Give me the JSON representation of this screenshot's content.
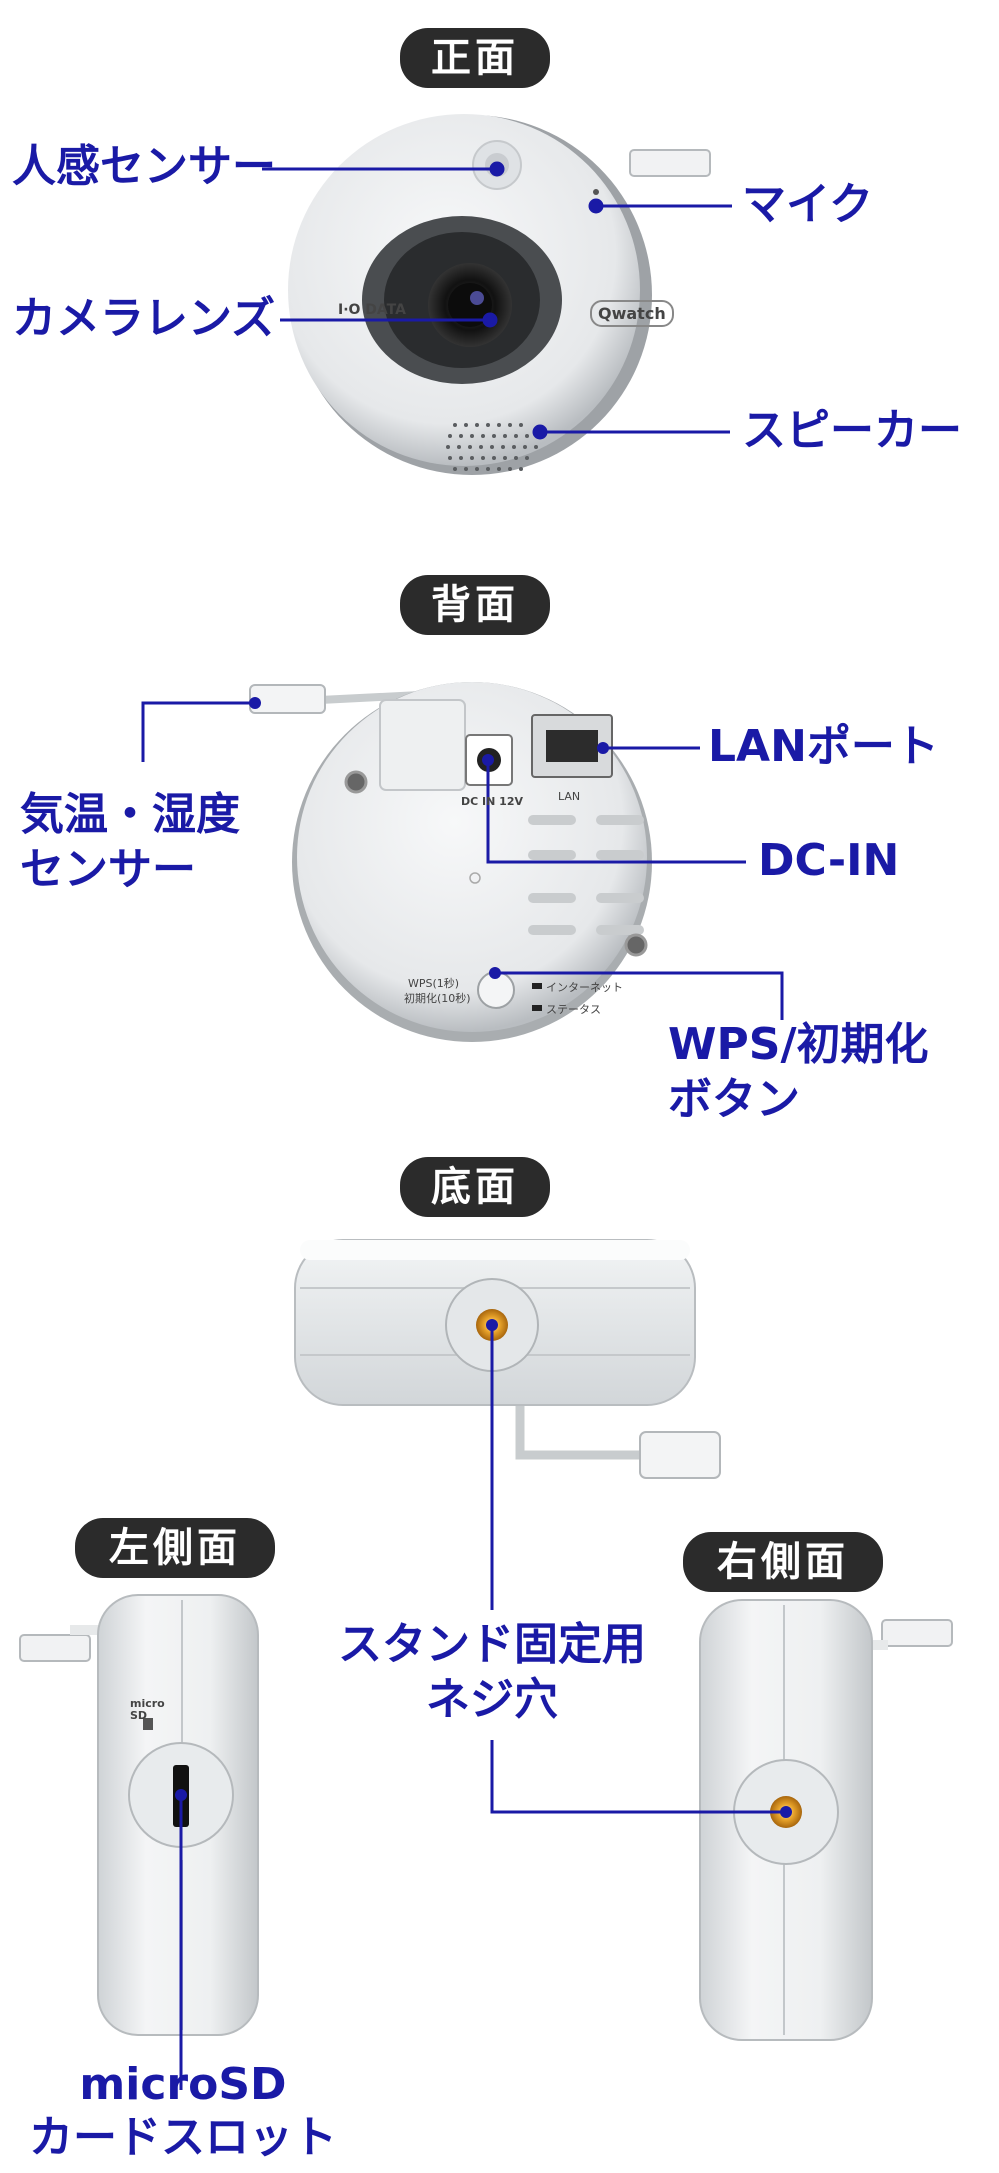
{
  "sections": {
    "front": "正面",
    "back": "背面",
    "bottom": "底面",
    "left": "左側面",
    "right": "右側面"
  },
  "labels": {
    "motion_sensor": "人感センサー",
    "mic": "マイク",
    "camera_lens": "カメラレンズ",
    "speaker": "スピーカー",
    "temp_humidity_line1": "気温・湿度",
    "temp_humidity_line2": "センサー",
    "lan_port": "LANポート",
    "dc_in": "DC-IN",
    "wps_line1": "WPS/初期化",
    "wps_line2": "ボタン",
    "stand_hole_line1": "スタンド固定用",
    "stand_hole_line2": "ネジ穴",
    "microsd_line1": "microSD",
    "microsd_line2": "カードスロット"
  },
  "device_markings": {
    "brand": "I·O DATA",
    "product": "Qwatch",
    "lan": "LAN",
    "dc": "DC IN 12V",
    "wps": "WPS(1秒)",
    "reset": "初期化(10秒)",
    "internet": "インターネット",
    "status": "ステータス",
    "microsd_logo": "micro SD"
  },
  "colors": {
    "callout": "#1a1aa6",
    "pill_bg": "#2b2b2b",
    "device_body": "#e9ecef",
    "screw_hole": "#e09a1c"
  }
}
